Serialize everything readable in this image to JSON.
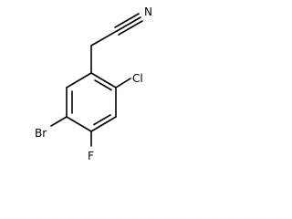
{
  "molecule": {
    "atoms": {
      "nitrile_n": "N",
      "chlorine": "Cl",
      "bromine": "Br",
      "fluorine": "F"
    }
  }
}
